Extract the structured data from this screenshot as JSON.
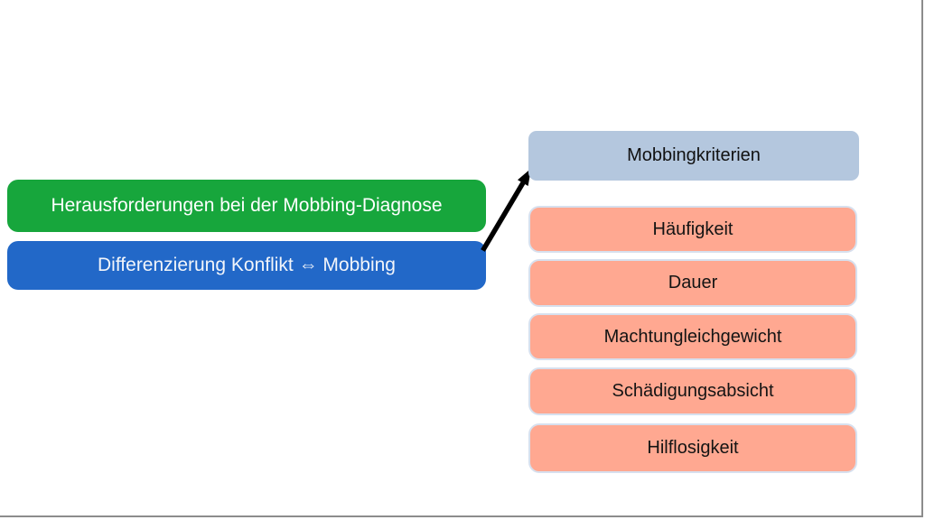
{
  "slide": {
    "left_boxes": [
      {
        "label": "Herausforderungen bei der Mobbing-Diagnose",
        "color": "#17a63c",
        "text_color": "#ffffff"
      },
      {
        "label": "Differenzierung Konflikt ⇔ Mobbing",
        "color": "#2268c8",
        "text_color": "#f2f5fa"
      }
    ],
    "right_column": {
      "header": {
        "label": "Mobbingkriterien",
        "color": "#b4c7de",
        "text_color": "#111111"
      },
      "items": [
        {
          "label": "Häufigkeit"
        },
        {
          "label": "Dauer"
        },
        {
          "label": "Machtungleichgewicht"
        },
        {
          "label": "Schädigungsabsicht"
        },
        {
          "label": "Hilflosigkeit"
        }
      ],
      "item_color": "#ffa891",
      "item_border_color": "#d7e0ee"
    },
    "arrow": {
      "color": "#000000",
      "direction": "up-right"
    },
    "canvas_edge_color": "#8c8c8c",
    "background_color": "#ffffff"
  }
}
